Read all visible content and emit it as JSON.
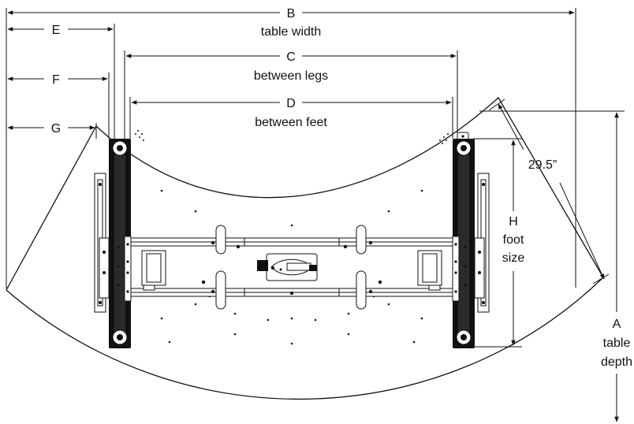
{
  "dimensions": {
    "B": {
      "letter": "B",
      "caption": "table width"
    },
    "C": {
      "letter": "C",
      "caption": "between legs"
    },
    "D": {
      "letter": "D",
      "caption": "between feet"
    },
    "E": {
      "letter": "E"
    },
    "F": {
      "letter": "F"
    },
    "G": {
      "letter": "G"
    },
    "A": {
      "letter": "A",
      "caption1": "table",
      "caption2": "depth"
    },
    "H": {
      "letter": "H",
      "caption1": "foot",
      "caption2": "size"
    },
    "angle": {
      "value": "29.5”"
    }
  }
}
